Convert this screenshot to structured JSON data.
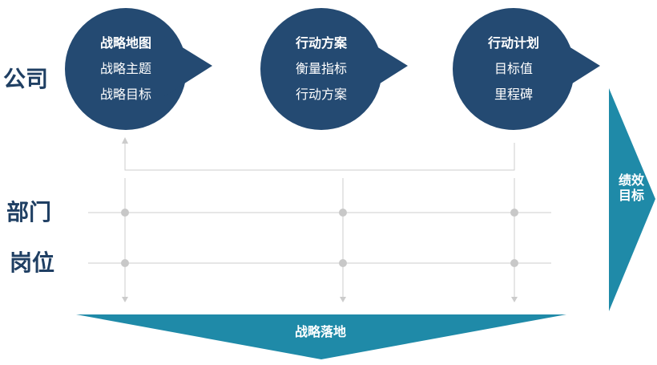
{
  "levels": {
    "company": "公司",
    "department": "部门",
    "position": "岗位"
  },
  "bubbles": [
    {
      "title": "战略地图",
      "lines": [
        "战略主题",
        "战略目标"
      ]
    },
    {
      "title": "行动方案",
      "lines": [
        "衡量指标",
        "行动方案"
      ]
    },
    {
      "title": "行动计划",
      "lines": [
        "目标值",
        "里程碑"
      ]
    }
  ],
  "right_arrow_label": "绩效目标",
  "bottom_arrow_label": "战略落地",
  "colors": {
    "bubble": "#244a72",
    "arrow": "#1f8aa8",
    "level_text": "#1f3f63",
    "grid_line": "#cccccc",
    "node": "#c8c8c8"
  }
}
